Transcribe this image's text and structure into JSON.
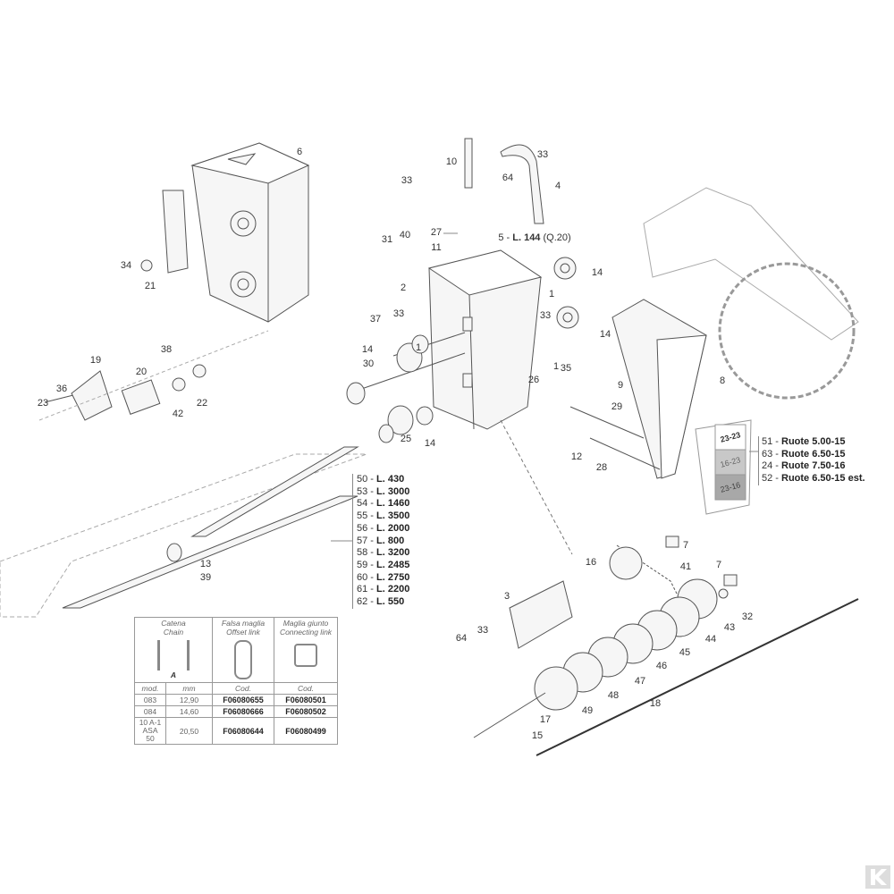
{
  "callouts": [
    "6",
    "21",
    "34",
    "33",
    "31",
    "40",
    "10",
    "64",
    "33",
    "4",
    "27",
    "11",
    "2",
    "14",
    "1",
    "14",
    "1",
    "37",
    "33",
    "1",
    "14",
    "30",
    "33",
    "35",
    "26",
    "9",
    "29",
    "12",
    "28",
    "25",
    "14",
    "38",
    "19",
    "20",
    "36",
    "23",
    "42",
    "22",
    "8",
    "13",
    "39",
    "7",
    "16",
    "41",
    "7",
    "3",
    "32",
    "43",
    "44",
    "45",
    "46",
    "47",
    "48",
    "49",
    "17",
    "18",
    "33",
    "64",
    "15"
  ],
  "part5": {
    "prefix": "5 - ",
    "length": "L. 144",
    "qty": " (Q.20)"
  },
  "lengths": [
    {
      "num": "50 - ",
      "len": "L. 430"
    },
    {
      "num": "53 - ",
      "len": "L. 3000"
    },
    {
      "num": "54 - ",
      "len": "L. 1460"
    },
    {
      "num": "55 - ",
      "len": "L. 3500"
    },
    {
      "num": "56 - ",
      "len": "L. 2000"
    },
    {
      "num": "57 - ",
      "len": "L. 800"
    },
    {
      "num": "58 - ",
      "len": "L. 3200"
    },
    {
      "num": "59 - ",
      "len": "L. 2485"
    },
    {
      "num": "60 - ",
      "len": "L. 2750"
    },
    {
      "num": "61 - ",
      "len": "L. 2200"
    },
    {
      "num": "62 - ",
      "len": "L. 550"
    }
  ],
  "wheels": [
    {
      "num": "51 - ",
      "name": "Ruote 5.00-15"
    },
    {
      "num": "63 - ",
      "name": "Ruote 6.50-15"
    },
    {
      "num": "24 - ",
      "name": "Ruote 7.50-16"
    },
    {
      "num": "52 - ",
      "name": "Ruote 6.50-15 est."
    }
  ],
  "gear_labels": [
    "23-23",
    "16-23",
    "23-16"
  ],
  "chain_table": {
    "headers": [
      {
        "it": "Catena",
        "en": "Chain"
      },
      {
        "it": "Falsa maglia",
        "en": "Offset link"
      },
      {
        "it": "Maglia giunto",
        "en": "Connecting link"
      }
    ],
    "dim_label": "A",
    "col_labels": [
      "mod.",
      "mm",
      "Cod.",
      "Cod."
    ],
    "rows": [
      [
        "083",
        "12,90",
        "F06080655",
        "F06080501"
      ],
      [
        "084",
        "14,60",
        "F06080666",
        "F06080502"
      ],
      [
        "10 A-1 ASA 50",
        "20,50",
        "F06080644",
        "F06080499"
      ]
    ]
  },
  "colors": {
    "line": "#555555",
    "fill": "#f4f4f4",
    "gear_mid": "#c8c8c8",
    "gear_dark": "#a8a8a8"
  }
}
